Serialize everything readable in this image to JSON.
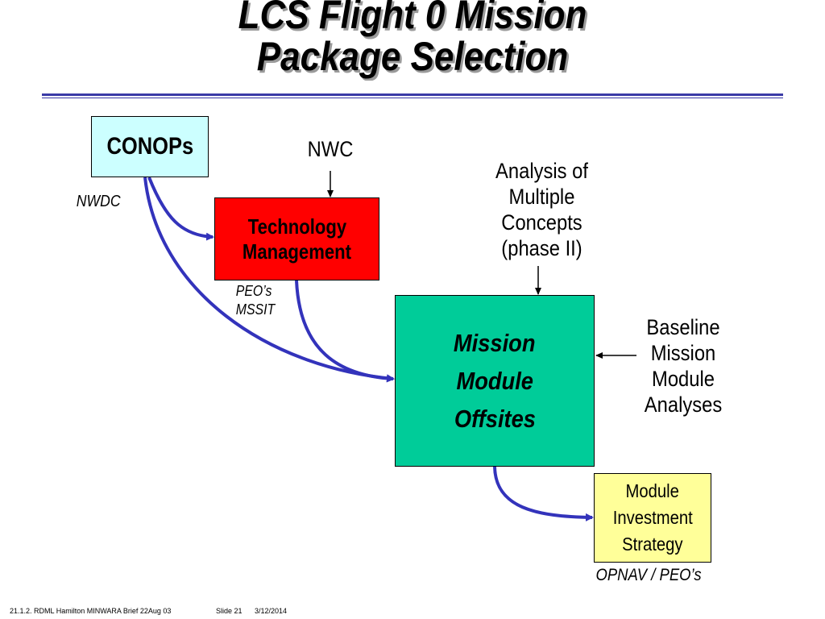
{
  "title": {
    "line1": "LCS Flight 0 Mission",
    "line2": "Package Selection"
  },
  "boxes": {
    "conops": "CONOPs",
    "technology_management": [
      "Technology",
      "Management"
    ],
    "mission_module_offsites": [
      "Mission",
      "Module",
      "Offsites"
    ],
    "module_investment_strategy": [
      "Module",
      "Investment",
      "Strategy"
    ]
  },
  "labels": {
    "nwc": "NWC",
    "analysis_of_multiple_concepts": [
      "Analysis of",
      "Multiple",
      "Concepts",
      "(phase II)"
    ],
    "baseline_mission_module_analyses": [
      "Baseline",
      "Mission",
      "Module",
      "Analyses"
    ],
    "nwdc": "NWDC",
    "peos_mssit": [
      "PEO’s",
      "MSSIT"
    ],
    "opnav_peos": "OPNAV / PEO’s"
  },
  "footer": {
    "brief": "21.1.2. RDML Hamilton MINWARA Brief 22Aug 03",
    "slide": "Slide 21",
    "date": "3/12/2014"
  },
  "colors": {
    "conops_fill": "#ccffff",
    "technology_fill": "#ff0000",
    "mission_module_fill": "#00cc99",
    "investment_fill": "#ffff99",
    "connector": "#3333bb",
    "rule": "#3a3aa6"
  }
}
